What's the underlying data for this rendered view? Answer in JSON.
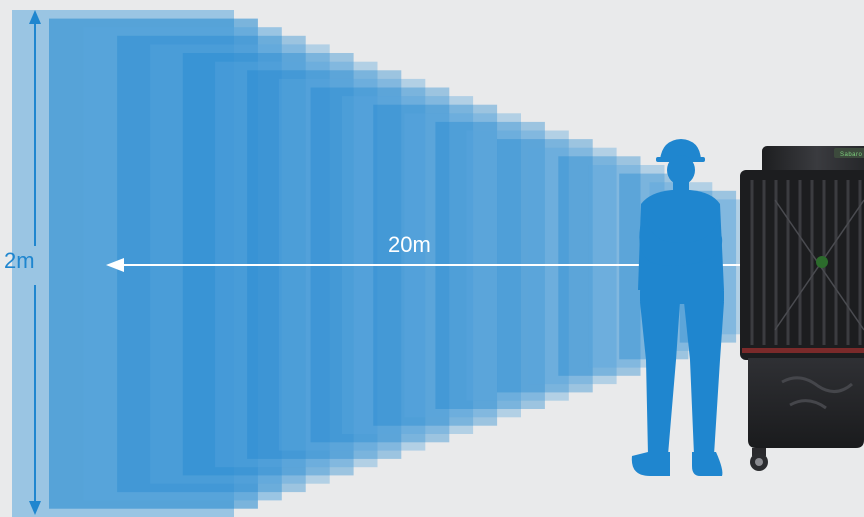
{
  "labels": {
    "height": "2m",
    "distance": "20m"
  },
  "cooler": {
    "brand_text": "Sabaro"
  },
  "icons": [
    "worker-silhouette",
    "evaporative-cooler",
    "airflow-arrow",
    "height-arrow"
  ],
  "colors": {
    "background": "#e9eaeb",
    "airflow_blue": "#1f86cf",
    "airflow_blue_light": "#5aa6dc",
    "worker_blue": "#1f86cf",
    "cooler_body": "#2a2b2e",
    "arrow_white": "#ffffff"
  }
}
